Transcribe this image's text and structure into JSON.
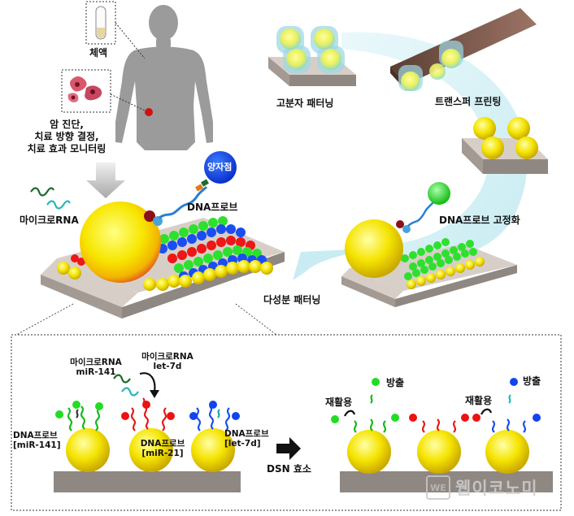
{
  "labels": {
    "body_fluid": "체액",
    "cancer_use": "암 진단,\n치료 방향 결정,\n치료 효과 모니터링",
    "microrna": "마이크로RNA",
    "quantum_dot": "양자점",
    "dna_probe": "DNA프로브",
    "polymer_patterning": "고분자 패터닝",
    "transfer_printing": "트랜스퍼 프린팅",
    "probe_fixation": "DNA프로브 고정화",
    "multi_patterning": "다성분 패터닝",
    "mirna_141": "마이크로RNA\nmiR-141",
    "mirna_let7d": "마이크로RNA\nlet-7d",
    "probe_141": "DNA프로브\n[miR-141]",
    "probe_21": "DNA프로브\n[miR-21]",
    "probe_let7d": "DNA프로브\n[let-7d]",
    "dsn": "DSN 효소",
    "recycle": "재활용",
    "release": "방출"
  },
  "watermark": {
    "badge": "WE",
    "text": "웹이코노미"
  },
  "colors": {
    "gold": "#f5e400",
    "green": "#22dd22",
    "red": "#ee1111",
    "blue": "#1144ee",
    "slab_top": "#d7cfc7",
    "slab_side": "#8f8781",
    "arrow_cyan": "#c9eef3",
    "body_gray": "#9a9a9a"
  }
}
